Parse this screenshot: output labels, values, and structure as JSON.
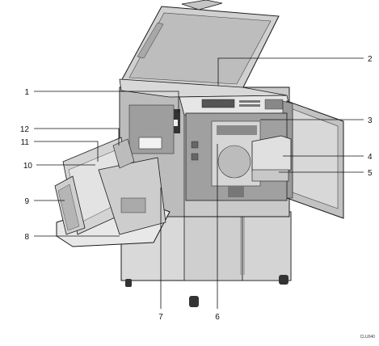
{
  "callouts": [
    {
      "id": "1",
      "label": "1"
    },
    {
      "id": "2",
      "label": "2"
    },
    {
      "id": "3",
      "label": "3"
    },
    {
      "id": "4",
      "label": "4"
    },
    {
      "id": "5",
      "label": "5"
    },
    {
      "id": "6",
      "label": "6"
    },
    {
      "id": "7",
      "label": "7"
    },
    {
      "id": "8",
      "label": "8"
    },
    {
      "id": "9",
      "label": "9"
    },
    {
      "id": "10",
      "label": "10"
    },
    {
      "id": "11",
      "label": "11"
    },
    {
      "id": "12",
      "label": "12"
    }
  ],
  "figure_code": "CLU040",
  "colors": {
    "ink": "#1a1a1a",
    "grey_body": "#c8c8c8",
    "grey_dark": "#8a8a8a",
    "grey_light": "#e4e4e4",
    "leader": "#111111"
  }
}
